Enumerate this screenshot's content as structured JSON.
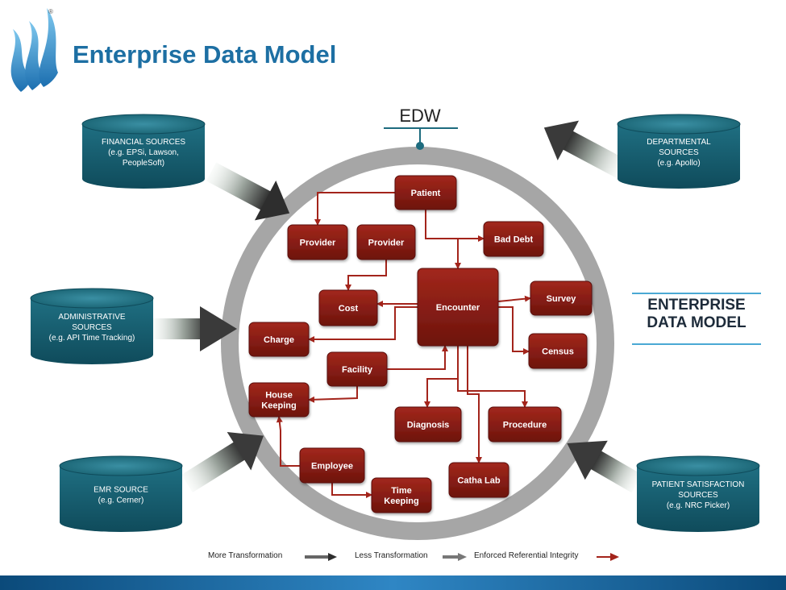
{
  "page": {
    "title": "Enterprise Data Model"
  },
  "logo": {
    "registered_mark": "®"
  },
  "edw_label": "EDW",
  "side_title": {
    "line1": "ENTERPRISE",
    "line2": "DATA MODEL"
  },
  "sources": [
    {
      "id": "financial",
      "lines": [
        "FINANCIAL SOURCES",
        "(e.g. EPSi, Lawson,",
        "PeopleSoft)"
      ]
    },
    {
      "id": "departmental",
      "lines": [
        "DEPARTMENTAL",
        "SOURCES",
        "(e.g. Apollo)"
      ]
    },
    {
      "id": "administrative",
      "lines": [
        "ADMINISTRATIVE",
        "SOURCES",
        "(e.g. API Time Tracking)"
      ]
    },
    {
      "id": "emr",
      "lines": [
        "EMR SOURCE",
        "(e.g. Cerner)"
      ]
    },
    {
      "id": "patient-satisfaction",
      "lines": [
        "PATIENT SATISFACTION",
        "SOURCES",
        "(e.g. NRC Picker)"
      ]
    }
  ],
  "entities": [
    {
      "id": "patient",
      "lines": [
        "Patient"
      ]
    },
    {
      "id": "provider-1",
      "lines": [
        "Provider"
      ]
    },
    {
      "id": "provider-2",
      "lines": [
        "Provider"
      ]
    },
    {
      "id": "bad-debt",
      "lines": [
        "Bad Debt"
      ]
    },
    {
      "id": "cost",
      "lines": [
        "Cost"
      ]
    },
    {
      "id": "encounter",
      "lines": [
        "Encounter"
      ]
    },
    {
      "id": "survey",
      "lines": [
        "Survey"
      ]
    },
    {
      "id": "charge",
      "lines": [
        "Charge"
      ]
    },
    {
      "id": "census",
      "lines": [
        "Census"
      ]
    },
    {
      "id": "facility",
      "lines": [
        "Facility"
      ]
    },
    {
      "id": "house-keeping",
      "lines": [
        "House",
        "Keeping"
      ]
    },
    {
      "id": "diagnosis",
      "lines": [
        "Diagnosis"
      ]
    },
    {
      "id": "procedure",
      "lines": [
        "Procedure"
      ]
    },
    {
      "id": "employee",
      "lines": [
        "Employee"
      ]
    },
    {
      "id": "catha-lab",
      "lines": [
        "Catha Lab"
      ]
    },
    {
      "id": "time-keeping",
      "lines": [
        "Time",
        "Keeping"
      ]
    }
  ],
  "legend": {
    "more": "More Transformation",
    "less": "Less  Transformation",
    "enforced": "Enforced Referential Integrity"
  },
  "colors": {
    "title_blue": "#1d6fa3",
    "cylinder_teal": "#1d6b7e",
    "entity_red": "#8b1a12",
    "ring_gray": "#a6a6a6",
    "link_red": "#a3241b"
  }
}
